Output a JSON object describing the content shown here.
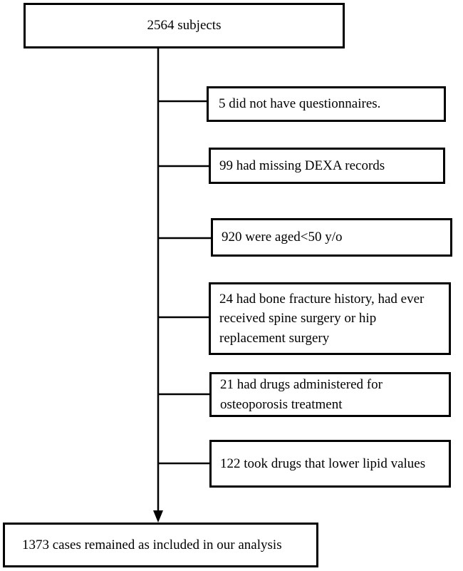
{
  "flow": {
    "start": "2564 subjects",
    "exclusions": [
      "5 did not have questionnaires.",
      "99 had missing DEXA records",
      "920 were aged<50 y/o",
      "24 had bone fracture history, had ever received spine surgery or hip replacement surgery",
      "21 had drugs administered for osteoporosis treatment",
      "122 took drugs that lower lipid values"
    ],
    "end": "1373 cases remained as included in our analysis"
  }
}
